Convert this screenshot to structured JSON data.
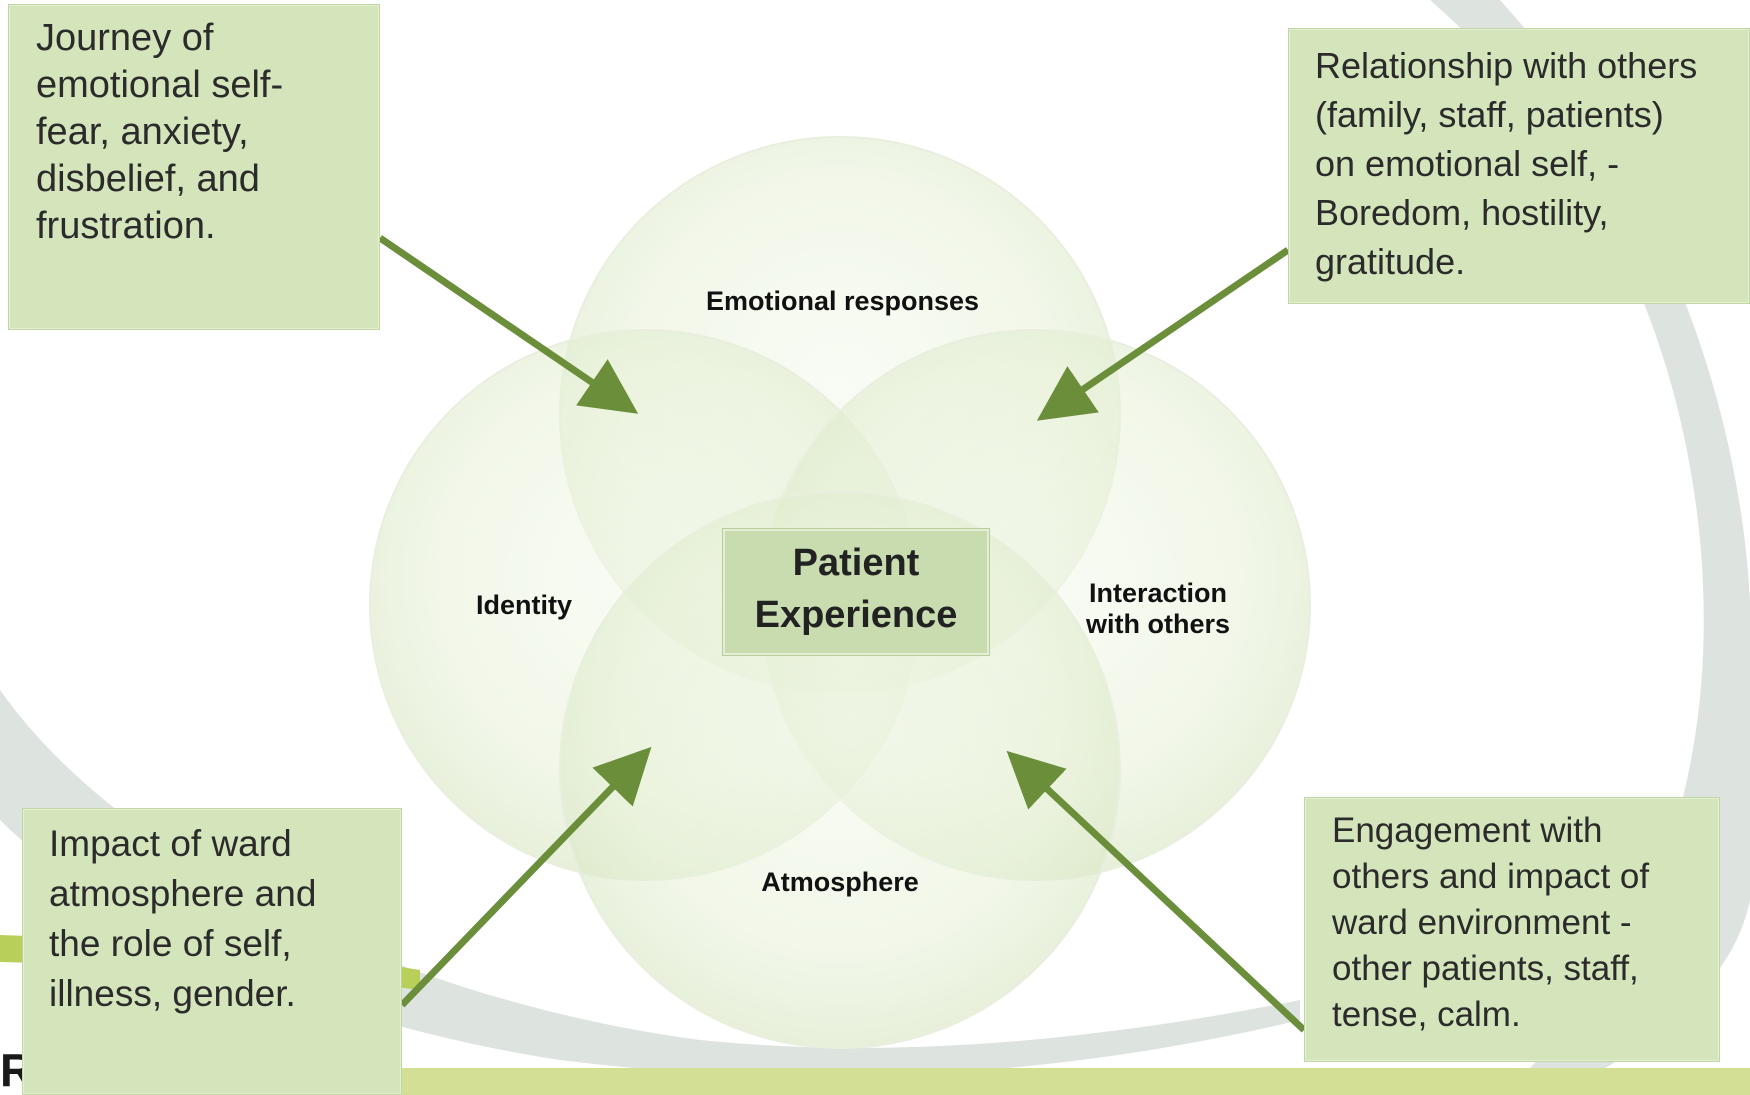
{
  "diagram": {
    "center": "Patient\nExperience",
    "circles": {
      "top": "Emotional responses",
      "left": "Identity",
      "right": "Interaction\nwith others",
      "bottom": "Atmosphere"
    },
    "callouts": {
      "top_left": "Journey of\nemotional self-\nfear, anxiety,\ndisbelief, and\nfrustration.",
      "top_right": "Relationship with others\n(family, staff, patients)\non emotional self, -\nBoredom, hostility,\ngratitude.",
      "bottom_left": "Impact of ward\natmosphere and\nthe role of self,\nillness, gender.",
      "bottom_right": "Engagement with\nothers and impact of\nward environment -\nother patients, staff,\ntense, calm."
    }
  },
  "colors": {
    "callout_fill": "#d4e4bb",
    "arrow": "#6b8e3a",
    "circle_fill": "#eef5e3",
    "swoosh_gray": "#dde3de",
    "swoosh_green": "#b8cf5a",
    "bottom_bar": "#d2df94"
  }
}
